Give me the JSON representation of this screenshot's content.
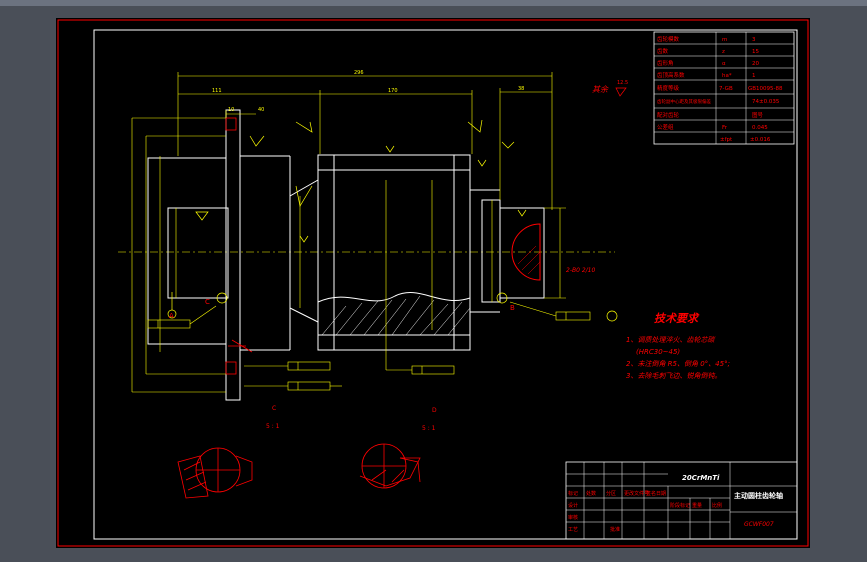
{
  "drawing": {
    "part_name": "主动圆柱齿轮轴",
    "material": "20CrMnTi",
    "drawing_number": "GCWF007",
    "roughness_rest_label": "其余",
    "roughness_rest_value": "12.5",
    "dims": {
      "overall": "296",
      "gear_width": "170",
      "left_section": "111",
      "right_section": "38",
      "small_10": "10",
      "small_40": "40"
    },
    "feature_labels": {
      "A": "A",
      "B": "B",
      "C": "C",
      "D": "D"
    },
    "center_hole": "2-B0 2/10",
    "section_views": [
      {
        "letter": "C",
        "scale": "5 : 1"
      },
      {
        "letter": "D",
        "scale": "5 : 1"
      }
    ],
    "tech_requirements": {
      "title": "技术要求",
      "items": [
        "1、调质处理淬火、齿轮芯碳",
        "(HRC30~45)",
        "2、未注倒角 R5、倒角 0°、45°;",
        "3、去除毛刺飞边、锐角倒钝。"
      ]
    },
    "param_table": [
      [
        "齿轮模数",
        "m",
        "3"
      ],
      [
        "齿数",
        "z",
        "15"
      ],
      [
        "齿形角",
        "α",
        "20"
      ],
      [
        "齿顶高系数",
        "ha*",
        "1"
      ],
      [
        "精度等级",
        "7-GB",
        "GB10095-88"
      ],
      [
        "齿轮副中心距及其极限偏差",
        "",
        "74±0.035"
      ],
      [
        "配对齿轮",
        "",
        "图号"
      ],
      [
        "公差组",
        "Fr",
        "0.045"
      ],
      [
        "",
        "±fpt",
        "±0.016"
      ]
    ],
    "title_block": {
      "labels": [
        "标记",
        "处数",
        "分区",
        "更改文件号",
        "签名",
        "日期"
      ],
      "row_labels": [
        "设计",
        "审核",
        "工艺",
        "批准"
      ],
      "stage_labels": [
        "阶段标记",
        "重量",
        "比例"
      ]
    }
  },
  "colors": {
    "sheet": "#000000",
    "viewer": "#4a4f58",
    "border": "#ff0000",
    "geometry": "#ffffff",
    "dimension": "#ffff00",
    "annotation": "#ff0000"
  }
}
